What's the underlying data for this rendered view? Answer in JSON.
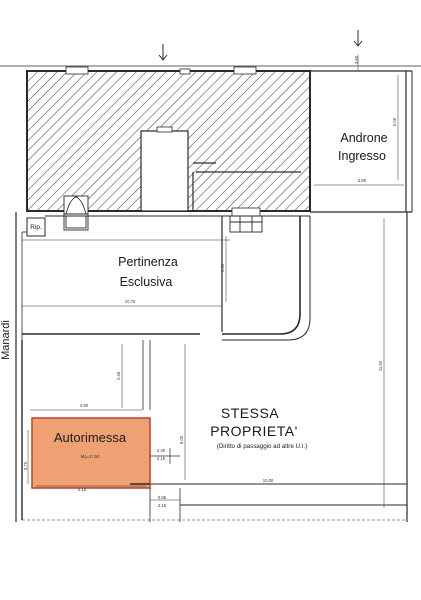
{
  "rooms": {
    "androne": [
      "Androne",
      "Ingresso"
    ],
    "pertinenza": [
      "Pertinenza",
      "Esclusiva"
    ],
    "stessa": [
      "STESSA",
      "PROPRIETA'"
    ],
    "stessa_note": "(Diritto di passaggio ad altre U.I.)",
    "autorimessa": "Autorimessa",
    "autorimessa_area": "Mq=17,50",
    "rip": "Rip.",
    "street": "Manardi"
  },
  "dimensions": {
    "d_380": "3.80",
    "d_605": "6.05",
    "d_380b": "3.80",
    "d_430": "4.30",
    "d_1075": "10.75",
    "d_1100": "11.00",
    "d_248": "2.48",
    "d_490": "4.90",
    "d_800": "8.00",
    "d_230": "2.30",
    "d_215": "2.15",
    "d_375": "3.75",
    "d_415": "4.15",
    "d_1000": "10.00",
    "d_085": "0.85",
    "d_215b": "2.15"
  },
  "colors": {
    "line": "#2a2a2a",
    "hatch": "#3a3a3a",
    "garage_fill": "#f0a173",
    "garage_stroke": "#c4401f"
  }
}
